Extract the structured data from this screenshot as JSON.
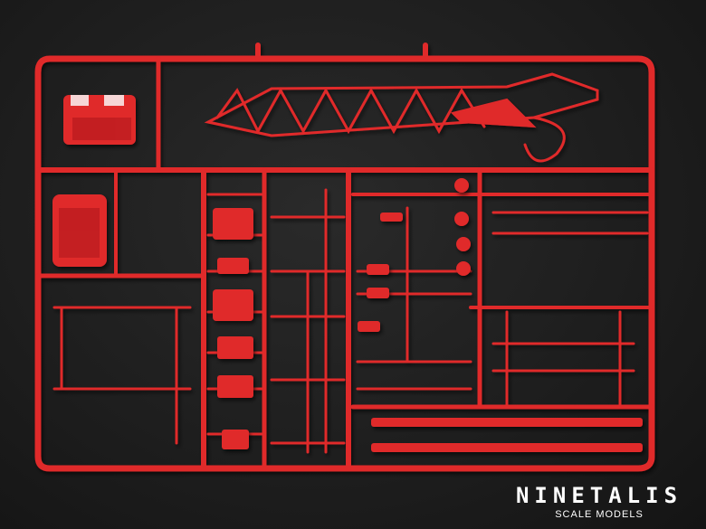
{
  "image": {
    "subject": "Red plastic model kit sprue frame photographed on black background",
    "colors": {
      "background": "#1c1c1c",
      "plastic": "#e0292c",
      "plastic_dark": "#a8141a",
      "highlight": "#f26a66",
      "watermark": "#ffffff"
    }
  },
  "watermark": {
    "brand": "NINETALIS",
    "tagline": "SCALE MODELS"
  }
}
